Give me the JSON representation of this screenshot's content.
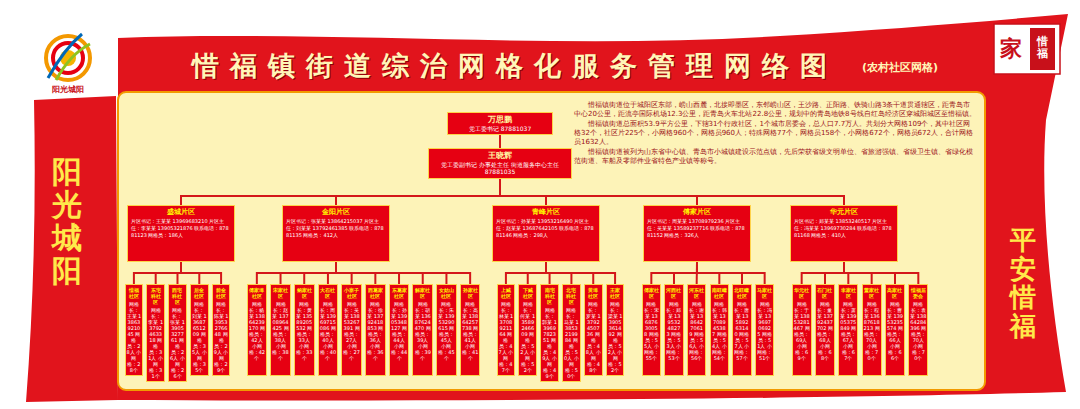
{
  "diagram": {
    "title": "惜福镇街道综治网格化服务管理网络图",
    "nodes": [
      {
        "text": [
          "万思鹏",
          "党工委书记 87881037"
        ]
      },
      {
        "text": [
          "王晓辉",
          "党工委副书记 办事处主任 街道服务中心主任 87881035"
        ]
      },
      {
        "text": [
          "盛城片区",
          "片区书记：王某某 13969683210 片区主任：李某某 13905321876 联系电话：87881123 网格员：186人"
        ]
      },
      {
        "text": [
          "金阳片区",
          "片区书记：张某某 13864215037 片区主任：刘某某 13792461385 联系电话：87881135 网格员：412人"
        ]
      },
      {
        "text": [
          "青峰片区",
          "片区书记：孙某某 13953216490 片区主任：赵某某 13687642105 联系电话：87881146 网格员：298人"
        ]
      },
      {
        "text": [
          "傅家片区",
          "片区书记：周某某 13708979236 片区主任：吴某某 13589237716 联系电话：87881152 网格员：326人"
        ]
      },
      {
        "text": [
          "华元片区",
          "片区书记：郑某某 13853240517 片区主任：冯某某 13969730284 联系电话：87881168 网格员：410人"
        ]
      },
      {
        "text": [
          "惜福社区",
          "网格长：王某 13863921045 网格员：28人 小网格：28个"
        ]
      },
      {
        "text": [
          "东宅科社区",
          "网格长：李某 13792463318 网格员：31人 小网格：31个"
        ]
      },
      {
        "text": [
          "西宅科社区",
          "网格长：张某 13905327761 网格员：26人 小网格：26个"
        ]
      },
      {
        "text": [
          "后金社区",
          "网格长：刘某 13687651209 网格员：35人 小网格：35个"
        ]
      },
      {
        "text": [
          "前金社区",
          "网格长：陈某 13953276648 网格员：29人 小网格：29个"
        ]
      },
      {
        "text": [
          "傅家埠社区",
          "网格长：杨某 13864239170 网格员：42人 小网格：42个"
        ]
      },
      {
        "text": [
          "宋家社区",
          "网格长：赵某 13708964425 网格员：38人 小网格：38个"
        ]
      },
      {
        "text": [
          "鲍家社区",
          "网格长：黄某 13589205532 网格员：33人 小网格：33个"
        ]
      },
      {
        "text": [
          "大石社区",
          "网格长：周某 13969715086 网格员：40人 小网格：40个"
        ]
      },
      {
        "text": [
          "小寨子社区",
          "网格长：吴某 13853267391 网格员：27人 小网格：27个"
        ]
      },
      {
        "text": [
          "西葛家社区",
          "网格长：徐某 13792418853 网格员：36人 小网格：36个"
        ]
      },
      {
        "text": [
          "东葛家社区",
          "网格长：孙某 13905348127 网格员：44人 小网格：44个"
        ]
      },
      {
        "text": [
          "解家社区",
          "网格长：胡某 13687624470 网格员：39人 小网格：39个"
        ]
      },
      {
        "text": [
          "女姑山社区",
          "网格长：朱某 13953290615 网格员：45人 小网格：45个"
        ]
      },
      {
        "text": [
          "孙家社区",
          "网格长：高某 13864257738 网格员：41人 小网格：41个"
        ]
      },
      {
        "text": [
          "上臧社区",
          "网格长：林某 13708921164 网格员：47人 小网格：47个"
        ]
      },
      {
        "text": [
          "下臧社区",
          "网格长：何某 13589246609 网格员：52人 小网格：52个"
        ]
      },
      {
        "text": [
          "南宅科社区",
          "网格长：郭某 13969782351 网格员：49人 小网格：49个"
        ]
      },
      {
        "text": [
          "北宅科社区",
          "网格长：马某 13853219984 网格员：50人 小网格：50个"
        ]
      },
      {
        "text": [
          "黄埠社区",
          "网格长：罗某 13792450736 网格员：48人 小网格：48个"
        ]
      },
      {
        "text": [
          "王家社区",
          "网格长：梁某 13905361492 网格员：52人 小网格：52个"
        ]
      },
      {
        "text": [
          "傅家社区",
          "网格长：宋某 13687630058 网格员：55人 小网格：55个"
        ]
      },
      {
        "text": [
          "河西社区",
          "网格长：郑某 13953248273 网格员：53人 小网格：53个"
        ]
      },
      {
        "text": [
          "河东社区",
          "网格长：谢某 13864270619 网格员：56人 小网格：56个"
        ]
      },
      {
        "text": [
          "南旺疃社区",
          "网格长：韩某 13708945387 网格员：54人 小网格：54个"
        ]
      },
      {
        "text": [
          "北旺疃社区",
          "网格长：唐某 13589263140 网格员：57人 小网格：57个"
        ]
      },
      {
        "text": [
          "马家社区",
          "网格长：冯某 13969706925 网格员：51人 小网格：51个"
        ]
      },
      {
        "text": [
          "华元社区",
          "网格长：于某 13853281467 网格员：69人 小网格：69个"
        ]
      },
      {
        "text": [
          "石门社区",
          "网格长：董某 13792437702 网格员：68人 小网格：68个"
        ]
      },
      {
        "text": [
          "李家社区",
          "网格长：萧某 13905375849 网格员：67人 小网格：67个"
        ]
      },
      {
        "text": [
          "董家社区",
          "网格长：程某 13687618213 网格员：70人 小网格：70个"
        ]
      },
      {
        "text": [
          "高家社区",
          "网格长：曹某 13953235574 网格员：66人 小网格：66个"
        ]
      },
      {
        "text": [
          "惜福居委会",
          "网格长：袁某 13864284396 网格员：70人 小网格：70个"
        ]
      }
    ],
    "edges": [
      {
        "from": 0,
        "to": 1,
        "arrow": "none"
      },
      {
        "from": 1,
        "to": 2,
        "arrow": "none"
      },
      {
        "from": 1,
        "to": 3,
        "arrow": "none"
      },
      {
        "from": 1,
        "to": 4,
        "arrow": "none"
      },
      {
        "from": 1,
        "to": 5,
        "arrow": "none"
      },
      {
        "from": 1,
        "to": 6,
        "arrow": "none"
      },
      {
        "from": 2,
        "to": 7,
        "arrow": "none"
      },
      {
        "from": 2,
        "to": 8,
        "arrow": "none"
      },
      {
        "from": 2,
        "to": 9,
        "arrow": "none"
      },
      {
        "from": 2,
        "to": 10,
        "arrow": "none"
      },
      {
        "from": 2,
        "to": 11,
        "arrow": "none"
      },
      {
        "from": 3,
        "to": 12,
        "arrow": "none"
      },
      {
        "from": 3,
        "to": 13,
        "arrow": "none"
      },
      {
        "from": 3,
        "to": 14,
        "arrow": "none"
      },
      {
        "from": 3,
        "to": 15,
        "arrow": "none"
      },
      {
        "from": 3,
        "to": 16,
        "arrow": "none"
      },
      {
        "from": 3,
        "to": 17,
        "arrow": "none"
      },
      {
        "from": 3,
        "to": 18,
        "arrow": "none"
      },
      {
        "from": 3,
        "to": 19,
        "arrow": "none"
      },
      {
        "from": 3,
        "to": 20,
        "arrow": "none"
      },
      {
        "from": 3,
        "to": 21,
        "arrow": "none"
      },
      {
        "from": 4,
        "to": 22,
        "arrow": "none"
      },
      {
        "from": 4,
        "to": 23,
        "arrow": "none"
      },
      {
        "from": 4,
        "to": 24,
        "arrow": "none"
      },
      {
        "from": 4,
        "to": 25,
        "arrow": "none"
      },
      {
        "from": 4,
        "to": 26,
        "arrow": "none"
      },
      {
        "from": 4,
        "to": 27,
        "arrow": "none"
      },
      {
        "from": 5,
        "to": 28,
        "arrow": "none"
      },
      {
        "from": 5,
        "to": 29,
        "arrow": "none"
      },
      {
        "from": 5,
        "to": 30,
        "arrow": "none"
      },
      {
        "from": 5,
        "to": 31,
        "arrow": "none"
      },
      {
        "from": 5,
        "to": 32,
        "arrow": "none"
      },
      {
        "from": 5,
        "to": 33,
        "arrow": "none"
      },
      {
        "from": 6,
        "to": 34,
        "arrow": "none"
      },
      {
        "from": 6,
        "to": 35,
        "arrow": "none"
      },
      {
        "from": 6,
        "to": 36,
        "arrow": "none"
      },
      {
        "from": 6,
        "to": 37,
        "arrow": "none"
      },
      {
        "from": 6,
        "to": 38,
        "arrow": "none"
      },
      {
        "from": 6,
        "to": 39,
        "arrow": "none"
      }
    ],
    "labels": [
      "(农村社区网格)",
      "惜福镇街道位于城阳区东部，崂山西麓，北接即墨区，东邻崂山区，王沙路、正阳路、铁骑山路3条干道贯通辖区，距青岛市中心20公里，距流亭国际机场12.3公里，距青岛火车北站22.8公里，规划中的青岛地铁8号线自红岛经济区穿城阳城区至惜福镇。",
      "惜福镇街道总面积53.9平方公里，下辖31个行政社区，1个城市居委会，总人口7.7万人。共划分大网格109个，其中社区网格32个，社区片225个，小网格960个，网格员960人；特殊网格77个，网格员158个，小网格672个，网格员672人，合计网格员1632人。",
      "惜福镇街道被列为山东省中心镇、青岛市小城镇建设示范点镇，先后荣获省级文明单位、省旅游强镇、省级卫生镇、省绿化模范街道、车船及零部件业省特色产业镇等称号。",
      "阳光城阳",
      "平安惜福",
      "家",
      "惜福",
      "阳光城阳"
    ]
  }
}
